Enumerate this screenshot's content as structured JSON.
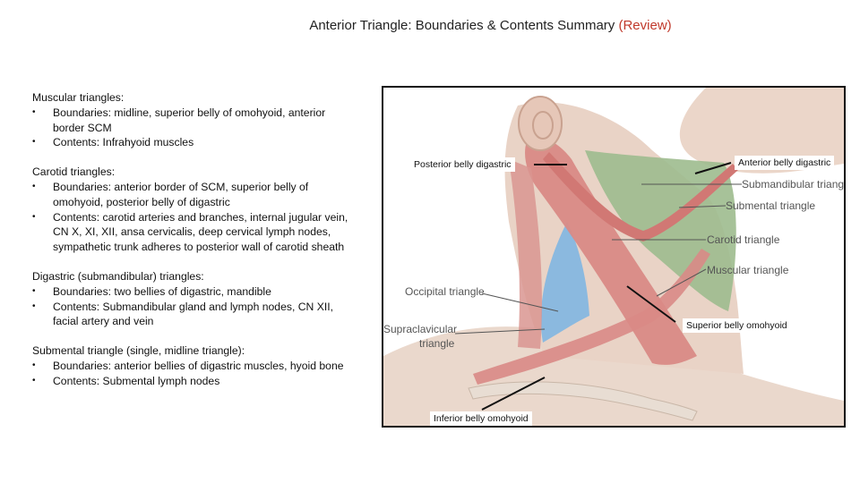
{
  "title": {
    "main": "Anterior Triangle: Boundaries & Contents Summary ",
    "review": "(Review)"
  },
  "sections": [
    {
      "heading": "Muscular triangles:",
      "bullets": [
        "Boundaries: midline, superior belly of omohyoid, anterior border SCM",
        "Contents: Infrahyoid muscles"
      ]
    },
    {
      "heading": "Carotid triangles:",
      "bullets": [
        "Boundaries: anterior border of SCM, superior belly of omohyoid, posterior belly of digastric",
        "Contents: carotid arteries and branches, internal jugular vein, CN X, XI, XII, ansa cervicalis, deep cervical lymph nodes, sympathetic trunk adheres to posterior wall of carotid sheath"
      ]
    },
    {
      "heading": "Digastric (submandibular) triangles:",
      "bullets": [
        "Boundaries: two bellies of digastric, mandible",
        "Contents: Submandibular gland and lymph nodes, CN XII, facial artery and vein"
      ]
    },
    {
      "heading": "Submental triangle (single, midline triangle):",
      "bullets": [
        "Boundaries: anterior bellies of digastric muscles, hyoid bone",
        "Contents: Submental lymph nodes"
      ]
    }
  ],
  "figure": {
    "callouts": {
      "posterior_belly": "Posterior belly digastric",
      "anterior_belly": "Anterior belly digastric",
      "superior_omohyoid": "Superior belly omohyoid",
      "inferior_omohyoid": "Inferior belly omohyoid"
    },
    "labels": {
      "submandibular": "Submandibular triangle",
      "submental": "Submental triangle",
      "carotid": "Carotid triangle",
      "muscular": "Muscular triangle",
      "occipital": "Occipital triangle",
      "supraclavicular_1": "Supraclavicular",
      "supraclavicular_2": "triangle"
    },
    "colors": {
      "skin": "#e6cfc2",
      "muscle": "#d98a86",
      "anterior_region": "#9dbb8e",
      "posterior_region": "#8bb9df"
    }
  }
}
